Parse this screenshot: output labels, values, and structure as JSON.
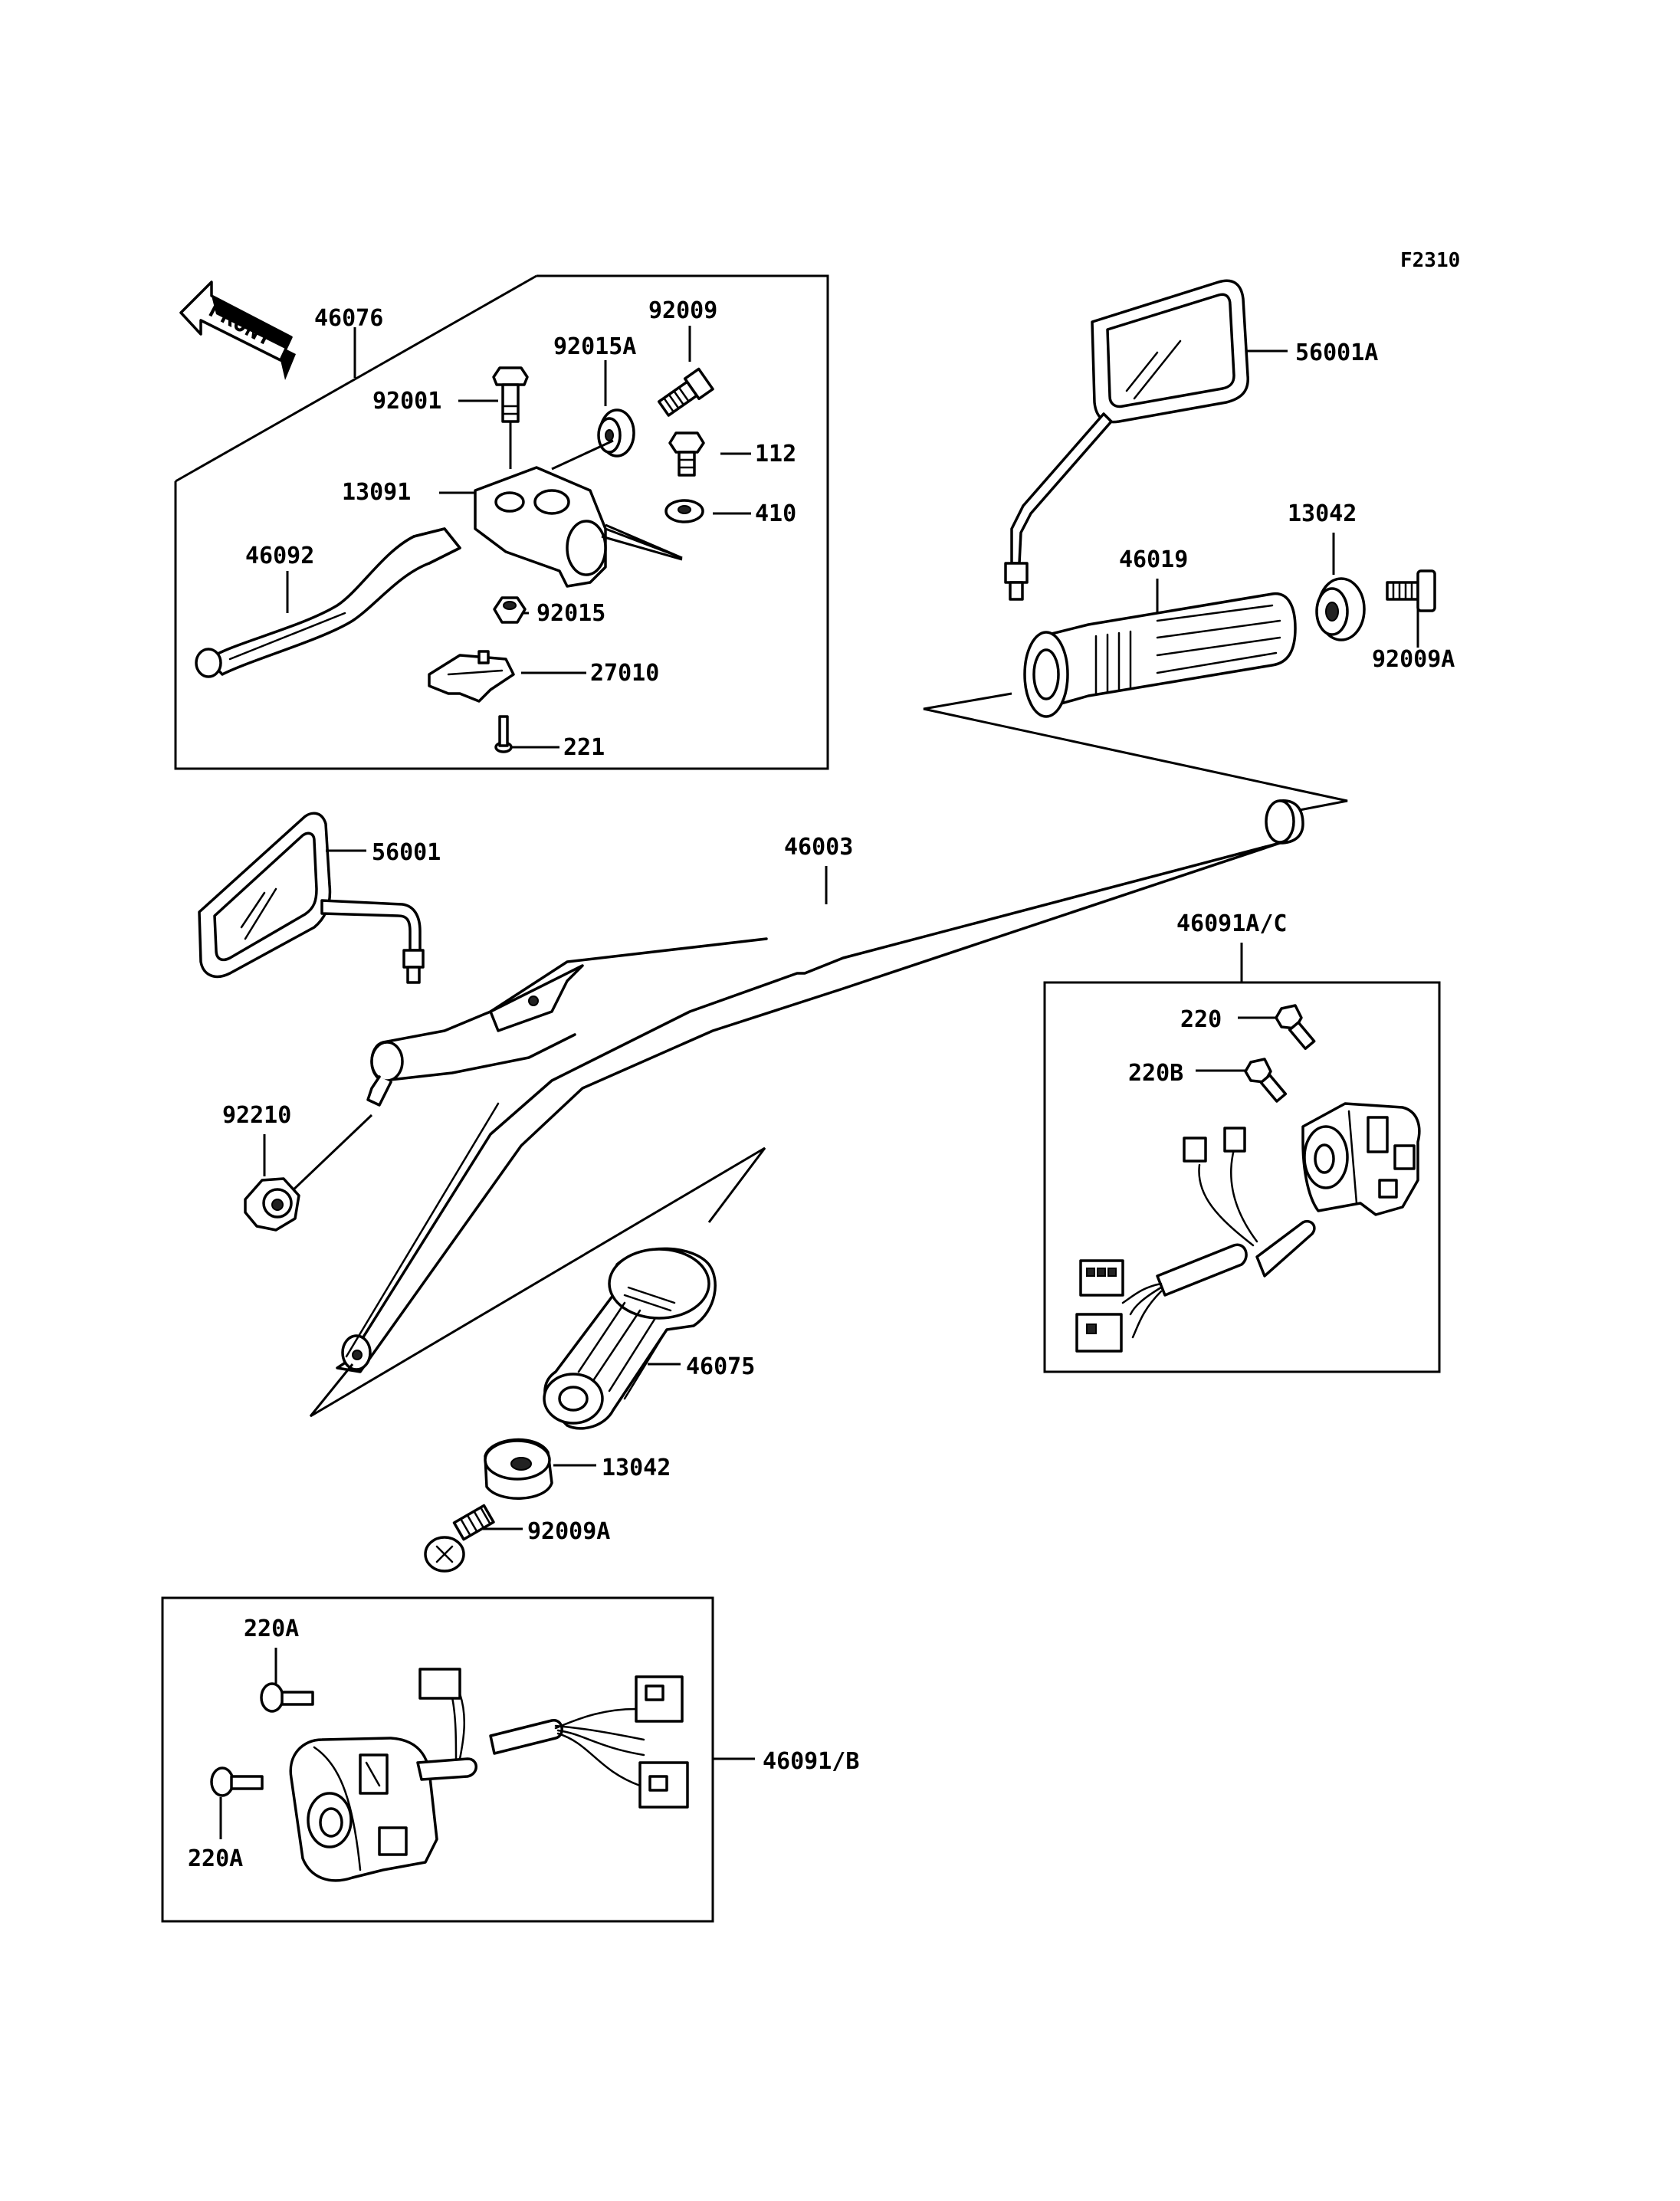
{
  "diagram": {
    "code": "F2310",
    "front_arrow": "FRONT",
    "labels": {
      "p46076": "46076",
      "p92009": "92009",
      "p92015A": "92015A",
      "p92001": "92001",
      "p112": "112",
      "p13091": "13091",
      "p410": "410",
      "p46092": "46092",
      "p92015": "92015",
      "p27010": "27010",
      "p221": "221",
      "p56001A": "56001A",
      "p13042_top": "13042",
      "p46019": "46019",
      "p92009A_top": "92009A",
      "p56001": "56001",
      "p46003": "46003",
      "p46091AC": "46091A/C",
      "p220": "220",
      "p220B": "220B",
      "p92210": "92210",
      "p46075": "46075",
      "p13042_bottom": "13042",
      "p92009A_bottom": "92009A",
      "p220A_top": "220A",
      "p220A_bottom": "220A",
      "p46091B": "46091/B"
    }
  }
}
